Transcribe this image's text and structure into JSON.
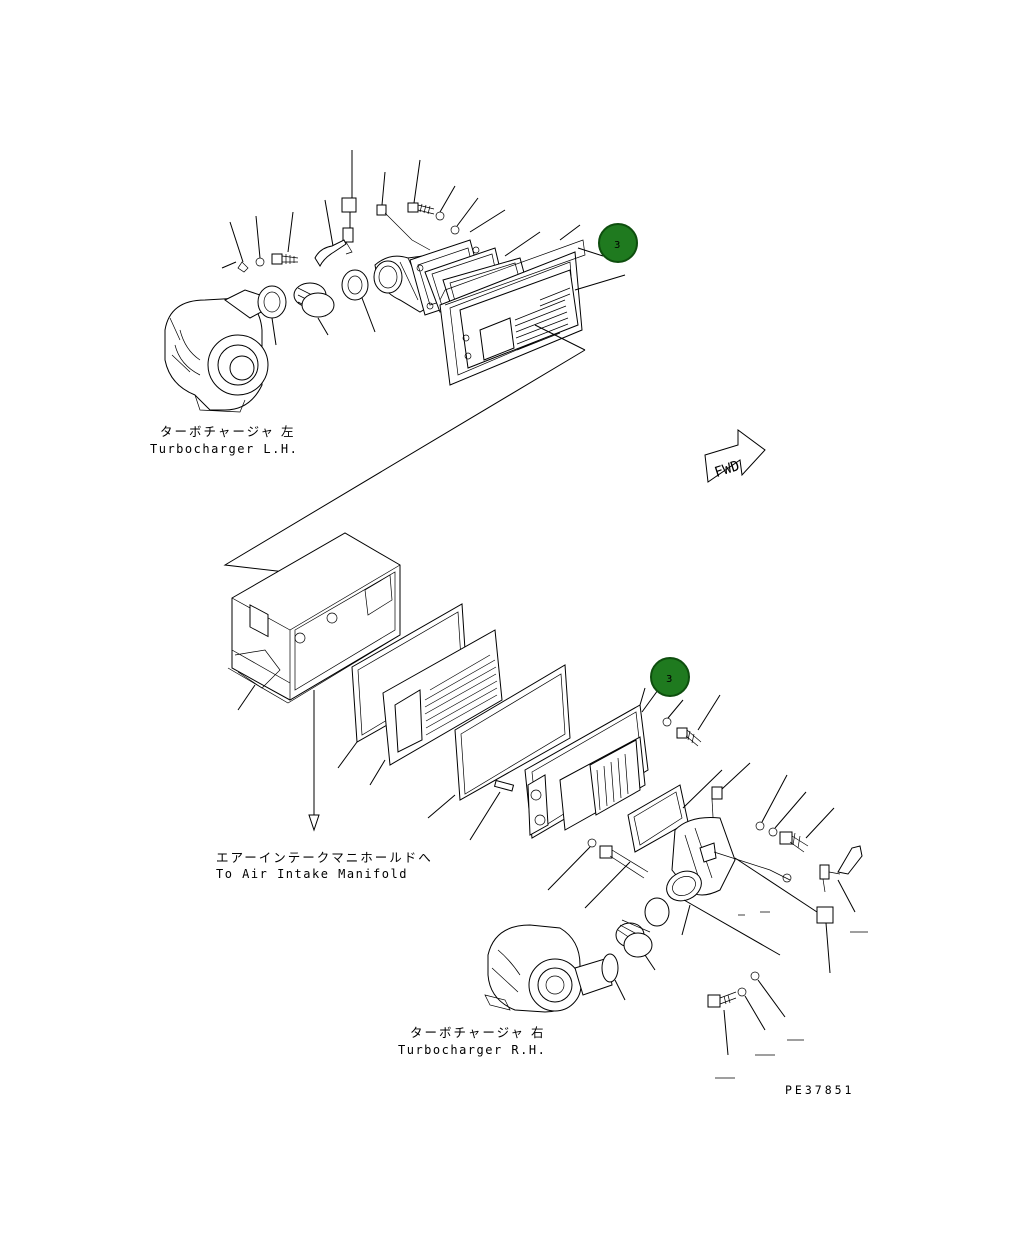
{
  "labels": {
    "turbo_lh_jp": "ターボチャージャ 左",
    "turbo_lh_en": "Turbocharger L.H.",
    "manifold_jp": "エアーインテークマニホールドへ",
    "manifold_en": "To Air Intake Manifold",
    "turbo_rh_jp": "ターボチャージャ 右",
    "turbo_rh_en": "Turbocharger R.H.",
    "fwd": "FWD",
    "drawing_code": "PE37851"
  },
  "callouts": [
    {
      "id": "callout-top",
      "text": "3",
      "color": "#1f7a1f"
    },
    {
      "id": "callout-bottom",
      "text": "3",
      "color": "#1f7a1f"
    }
  ]
}
